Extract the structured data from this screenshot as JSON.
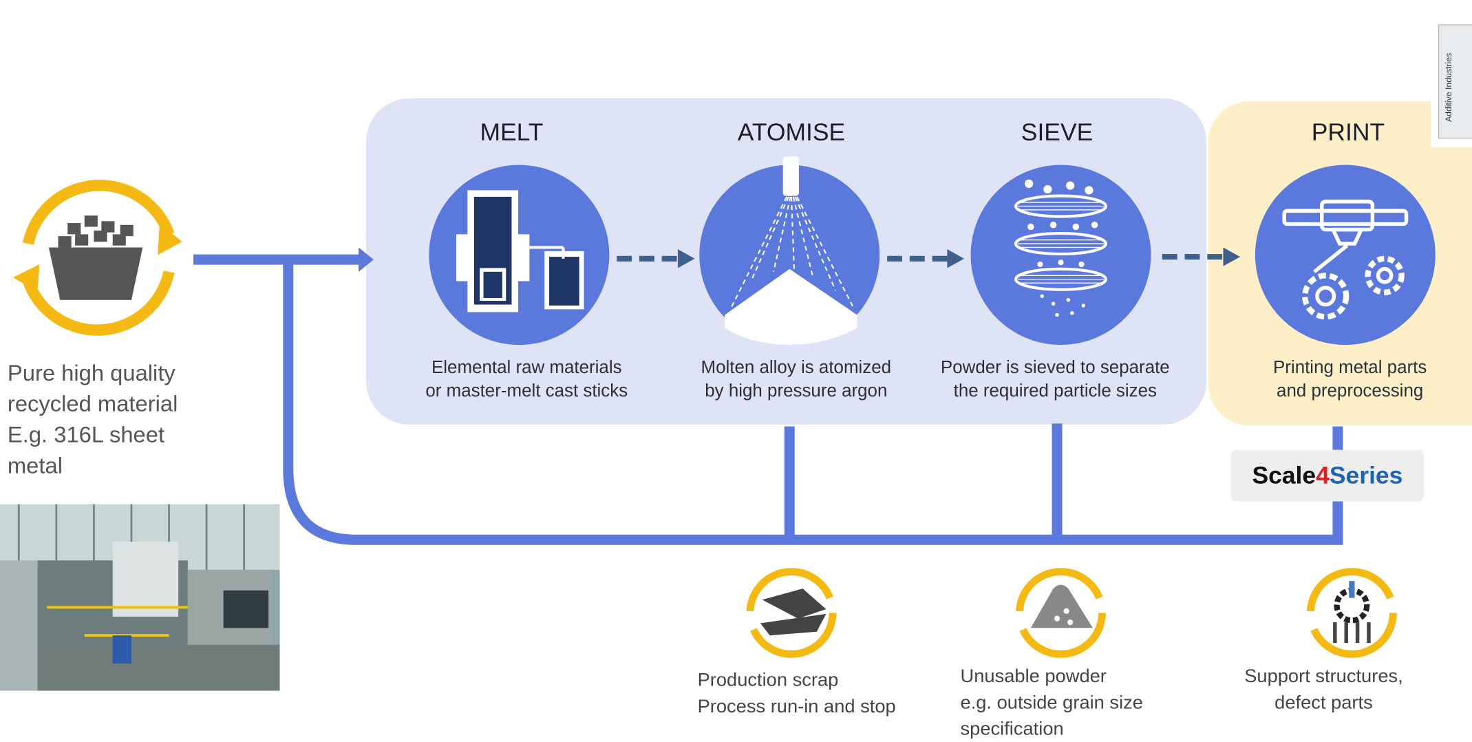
{
  "stages": [
    {
      "title": "MELT",
      "caption": "Elemental raw materials\nor master-melt cast sticks"
    },
    {
      "title": "ATOMISE",
      "caption": "Molten alloy is atomized\nby high pressure argon"
    },
    {
      "title": "SIEVE",
      "caption": "Powder is sieved to separate\nthe required particle sizes"
    },
    {
      "title": "PRINT",
      "caption": "Printing metal parts\nand preprocessing"
    }
  ],
  "input_text": "Pure high quality\nrecycled material\nE.g. 316L sheet\nmetal",
  "losses": [
    {
      "text": "Production scrap\nProcess run-in and stop"
    },
    {
      "text": "Unusable powder\ne.g. outside grain size\nspecification"
    },
    {
      "text": "Support structures,\ndefect parts"
    }
  ],
  "badge": {
    "part1": "Scale",
    "part2": "4",
    "part3": "Series"
  },
  "logo_text": "Additive Industries",
  "colors": {
    "flow": "#5b78dc",
    "arrow_dash": "#3f5f8f",
    "recycle": "#f4b912",
    "circle": "#5b78dc",
    "dark": "#1f3566"
  }
}
